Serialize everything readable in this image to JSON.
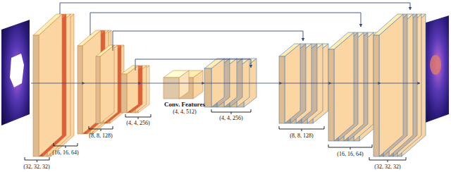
{
  "diagram": {
    "labels": [
      "(32, 32, 32)",
      "(16, 16, 64)",
      "(8, 8, 128)",
      "(4, 4, 256)",
      "Conv. Features",
      "(4, 4, 512)",
      "(4, 4, 256)",
      "(8, 8, 128)",
      "(16, 16, 64)",
      "(32, 32, 32)"
    ]
  }
}
